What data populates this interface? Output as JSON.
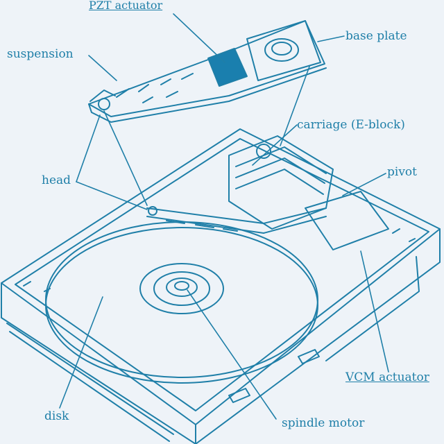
{
  "labels": {
    "pzt": "PZT actuator",
    "suspension": "suspension",
    "base_plate": "base plate",
    "carriage": "carriage (E-block)",
    "head": "head",
    "pivot": "pivot",
    "vcm": "VCM actuator",
    "disk": "disk",
    "spindle": "spindle motor"
  },
  "colors": {
    "line": "#1f7fa8",
    "background": "#eef3f8",
    "pzt_fill": "#1a7fae"
  }
}
